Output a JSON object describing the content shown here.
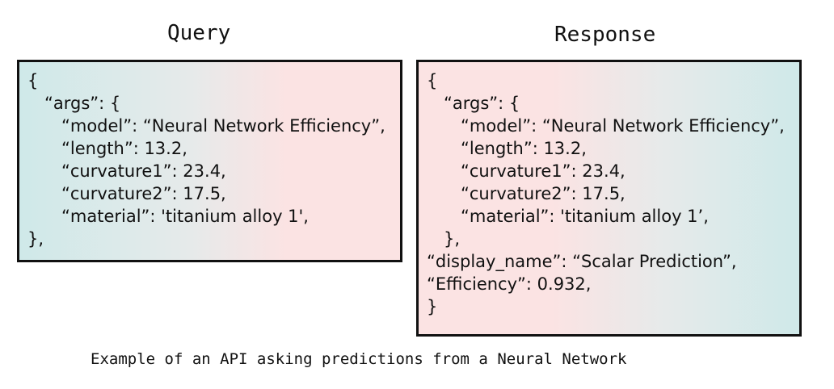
{
  "query": {
    "title": "Query",
    "lines": [
      "{",
      "“args”: {",
      "“model”: “Neural Network Efficiency”,",
      "“length”: 13.2,",
      "“curvature1”: 23.4,",
      "“curvature2”: 17.5,",
      "“material”: 'titanium alloy 1',",
      "},"
    ]
  },
  "response": {
    "title": "Response",
    "lines": [
      "{",
      "“args”: {",
      "“model”: “Neural Network Efficiency”,",
      "“length”: 13.2,",
      "“curvature1”: 23.4,",
      "“curvature2”: 17.5,",
      "“material”: 'titanium alloy 1’,",
      "},",
      "“display_name”: “Scalar Prediction”,",
      "“Efficiency”: 0.932,",
      "}"
    ]
  },
  "caption": "Example of an API asking predictions from a Neural Network",
  "colors": {
    "teal_tint": "#cfe9e9",
    "pink_tint": "#fbe3e3",
    "border": "#111111"
  }
}
